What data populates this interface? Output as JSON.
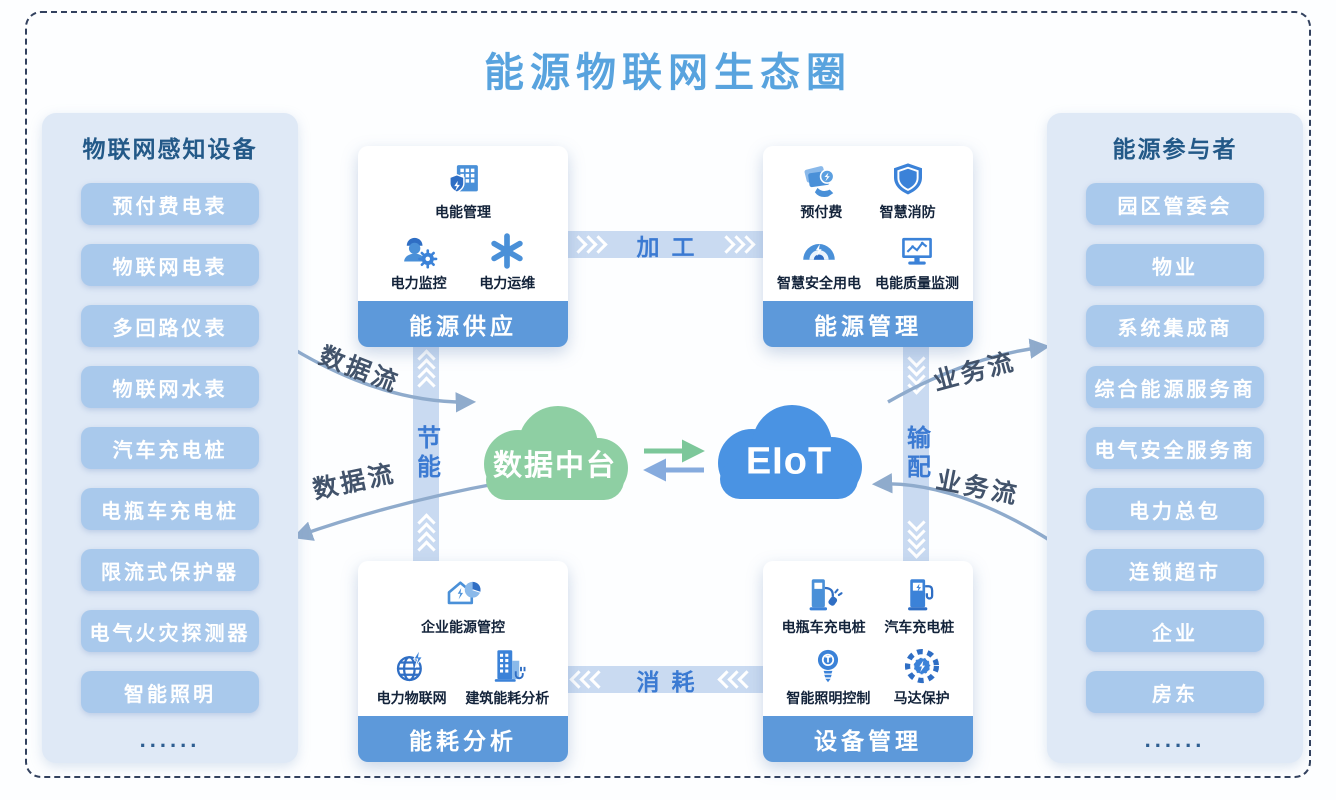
{
  "title": "能源物联网生态圈",
  "left_panel": {
    "title": "物联网感知设备",
    "items": [
      "预付费电表",
      "物联网电表",
      "多回路仪表",
      "物联网水表",
      "汽车充电桩",
      "电瓶车充电桩",
      "限流式保护器",
      "电气火灾探测器",
      "智能照明"
    ],
    "more": "......"
  },
  "right_panel": {
    "title": "能源参与者",
    "items": [
      "园区管委会",
      "物业",
      "系统集成商",
      "综合能源服务商",
      "电气安全服务商",
      "电力总包",
      "连锁超市",
      "企业",
      "房东"
    ],
    "more": "......"
  },
  "cards": {
    "supply": {
      "footer": "能源供应",
      "rows": [
        [
          {
            "icon": "power-management-icon",
            "label": "电能管理"
          }
        ],
        [
          {
            "icon": "power-monitoring-icon",
            "label": "电力监控"
          },
          {
            "icon": "power-ops-icon",
            "label": "电力运维"
          }
        ]
      ]
    },
    "management": {
      "footer": "能源管理",
      "rows": [
        [
          {
            "icon": "prepaid-icon",
            "label": "预付费"
          },
          {
            "icon": "fire-shield-icon",
            "label": "智慧消防"
          }
        ],
        [
          {
            "icon": "safe-power-icon",
            "label": "智慧安全用电"
          },
          {
            "icon": "power-quality-icon",
            "label": "电能质量监测"
          }
        ]
      ]
    },
    "analysis": {
      "footer": "能耗分析",
      "rows": [
        [
          {
            "icon": "enterprise-energy-icon",
            "label": "企业能源管控"
          }
        ],
        [
          {
            "icon": "power-iot-icon",
            "label": "电力物联网"
          },
          {
            "icon": "building-energy-icon",
            "label": "建筑能耗分析"
          }
        ]
      ]
    },
    "devices": {
      "footer": "设备管理",
      "rows": [
        [
          {
            "icon": "ebike-charger-icon",
            "label": "电瓶车充电桩"
          },
          {
            "icon": "car-charger-icon",
            "label": "汽车充电桩"
          }
        ],
        [
          {
            "icon": "smart-lighting-icon",
            "label": "智能照明控制"
          },
          {
            "icon": "motor-protection-icon",
            "label": "马达保护"
          }
        ]
      ]
    }
  },
  "clouds": {
    "data_platform": {
      "label": "数据中台",
      "color": "#8ecfa3"
    },
    "eiot": {
      "label": "EIoT",
      "color": "#4a93e3"
    }
  },
  "flows": {
    "process": "加工",
    "consume": "消耗",
    "save_energy": "节能",
    "transmission": "输配",
    "data_flow_upper": "数据流",
    "data_flow_lower": "数据流",
    "business_flow_upper": "业务流",
    "business_flow_lower": "业务流"
  },
  "colors": {
    "title": "#58a3de",
    "panel_bg": "#dfe9f6",
    "pill": "#a9c9ec",
    "header_text": "#235988",
    "footer_bar": "#5d99da",
    "band": "#c9daf1",
    "band_text": "#3b7ad2",
    "curve": "#8fabcc",
    "flow_label": "#42536b",
    "frame_dash": "#32415e",
    "cloud_green": "#8ecfa3",
    "cloud_blue": "#4a93e3"
  }
}
